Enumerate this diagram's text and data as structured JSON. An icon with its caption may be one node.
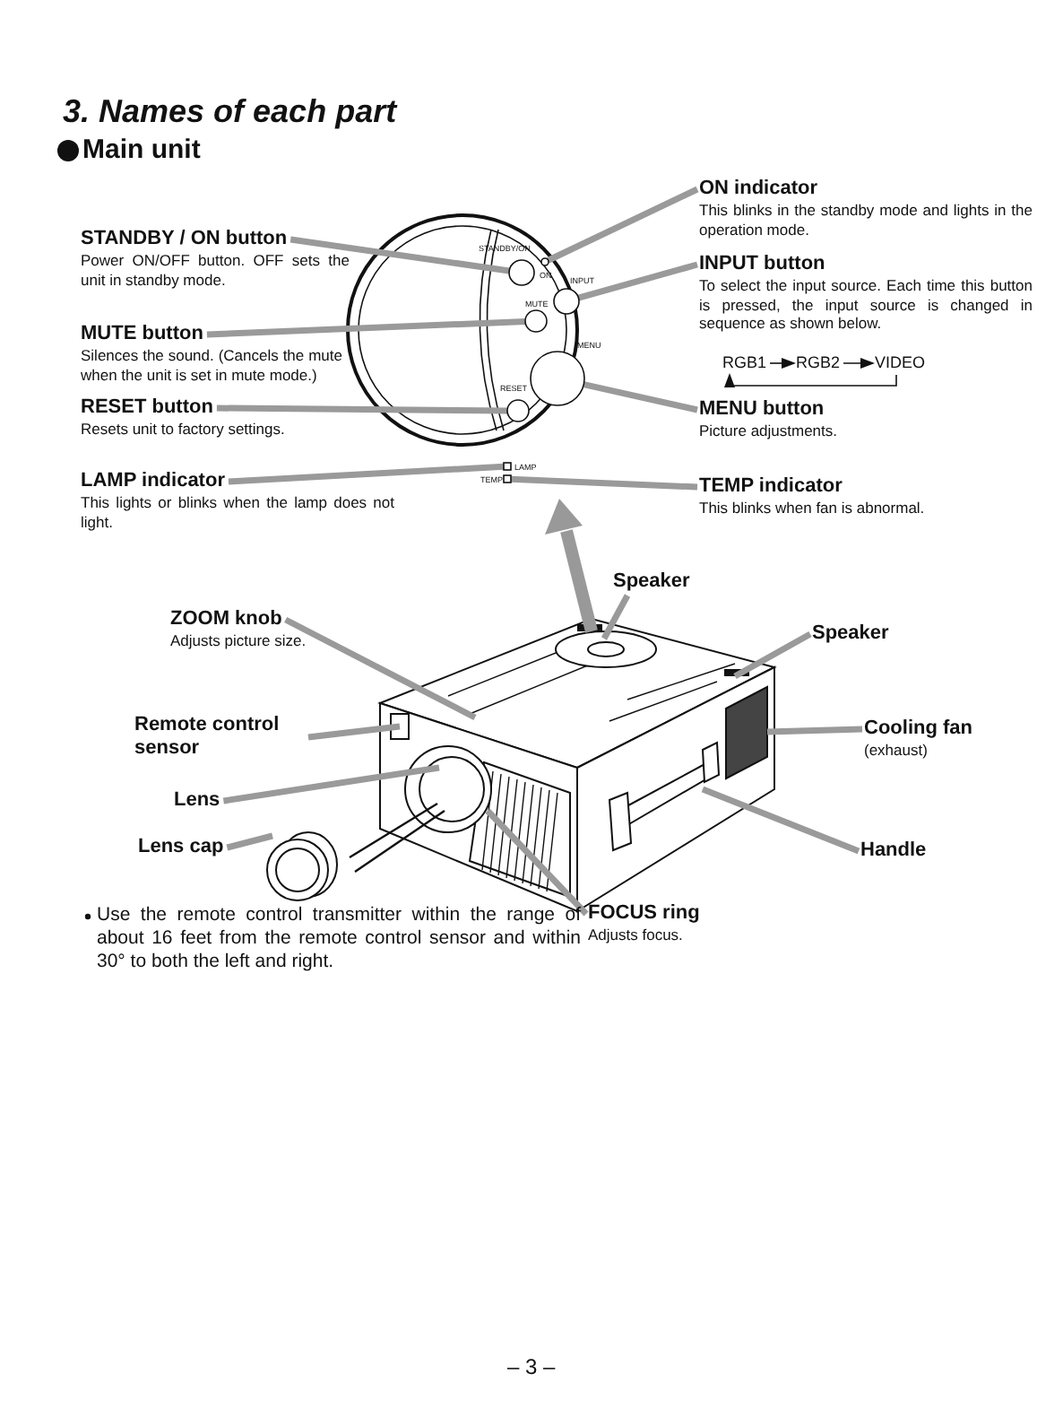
{
  "diagram": {
    "title": "3. Names of each part",
    "nodes": [
      {
        "text": [
          "STANDBY / ON button",
          "Power ON/OFF button. OFF sets the unit in standby mode."
        ]
      },
      {
        "text": [
          "MUTE button",
          "Silences the sound. (Cancels the mute when the unit is set in mute mode.)"
        ]
      },
      {
        "text": [
          "RESET button",
          "Resets unit to factory settings."
        ]
      },
      {
        "text": [
          "LAMP indicator",
          "This lights or blinks when the lamp does not light."
        ]
      },
      {
        "text": [
          "ON indicator",
          "This blinks in the standby mode and lights in the operation mode."
        ]
      },
      {
        "text": [
          "INPUT button",
          "To select the input source. Each time this button is pressed, the input source is changed in sequence as shown below."
        ]
      },
      {
        "text": [
          "RGB1"
        ]
      },
      {
        "text": [
          "RGB2"
        ]
      },
      {
        "text": [
          "VIDEO"
        ]
      },
      {
        "text": [
          "MENU button",
          "Picture adjustments."
        ]
      },
      {
        "text": [
          "TEMP indicator",
          "This blinks when fan is abnormal."
        ]
      },
      {
        "text": [
          "ZOOM knob",
          "Adjusts picture size."
        ]
      },
      {
        "text": [
          "Speaker"
        ]
      },
      {
        "text": [
          "Speaker"
        ]
      },
      {
        "text": [
          "Remote control sensor"
        ]
      },
      {
        "text": [
          "Cooling fan",
          "(exhaust)"
        ]
      },
      {
        "text": [
          "Lens"
        ]
      },
      {
        "text": [
          "Lens cap"
        ]
      },
      {
        "text": [
          "Handle"
        ]
      },
      {
        "text": [
          "FOCUS ring",
          "Adjusts focus."
        ]
      },
      {
        "text": [],
        "shape": "circle"
      },
      {
        "text": [],
        "shape": "circle"
      },
      {
        "text": [],
        "shape": "circle"
      },
      {
        "text": [],
        "shape": "circle"
      },
      {
        "text": [],
        "shape": "circle"
      },
      {
        "text": [],
        "shape": "circle"
      },
      {
        "text": [],
        "shape": "box"
      },
      {
        "text": [],
        "shape": "box"
      }
    ],
    "edges": [
      {
        "from": 0,
        "to": 20,
        "arrow": "none"
      },
      {
        "from": 1,
        "to": 22,
        "arrow": "none"
      },
      {
        "from": 2,
        "to": 23,
        "arrow": "none"
      },
      {
        "from": 3,
        "to": 26,
        "arrow": "none"
      },
      {
        "from": 4,
        "to": 21,
        "arrow": "none"
      },
      {
        "from": 5,
        "to": 24,
        "arrow": "none"
      },
      {
        "from": 6,
        "to": 7,
        "arrow": "to",
        "color": "#111111"
      },
      {
        "from": 7,
        "to": 8,
        "arrow": "to",
        "color": "#111111"
      },
      {
        "from": 8,
        "to": 6,
        "arrow": "to",
        "color": "#111111"
      },
      {
        "from": 9,
        "to": 25,
        "arrow": "none"
      },
      {
        "from": 10,
        "to": 27,
        "arrow": "none"
      },
      {
        "from": 11,
        "to": null,
        "arrow": "none"
      },
      {
        "from": 12,
        "to": null,
        "arrow": "none"
      },
      {
        "from": 13,
        "to": null,
        "arrow": "none"
      },
      {
        "from": 14,
        "to": null,
        "arrow": "none"
      },
      {
        "from": 15,
        "to": null,
        "arrow": "none"
      },
      {
        "from": 16,
        "to": null,
        "arrow": "none"
      },
      {
        "from": 17,
        "to": null,
        "arrow": "none"
      },
      {
        "from": 18,
        "to": null,
        "arrow": "none"
      },
      {
        "from": 19,
        "to": null,
        "arrow": "none"
      }
    ],
    "labels": [
      "Main unit",
      "STANDBY/ON",
      "ON",
      "INPUT",
      "MUTE",
      "MENU",
      "RESET",
      "LAMP",
      "TEMP",
      "Use the remote control transmitter within the range of about 16 feet from the remote control sensor and within 30° to both the left and right.",
      "– 3 –"
    ]
  }
}
